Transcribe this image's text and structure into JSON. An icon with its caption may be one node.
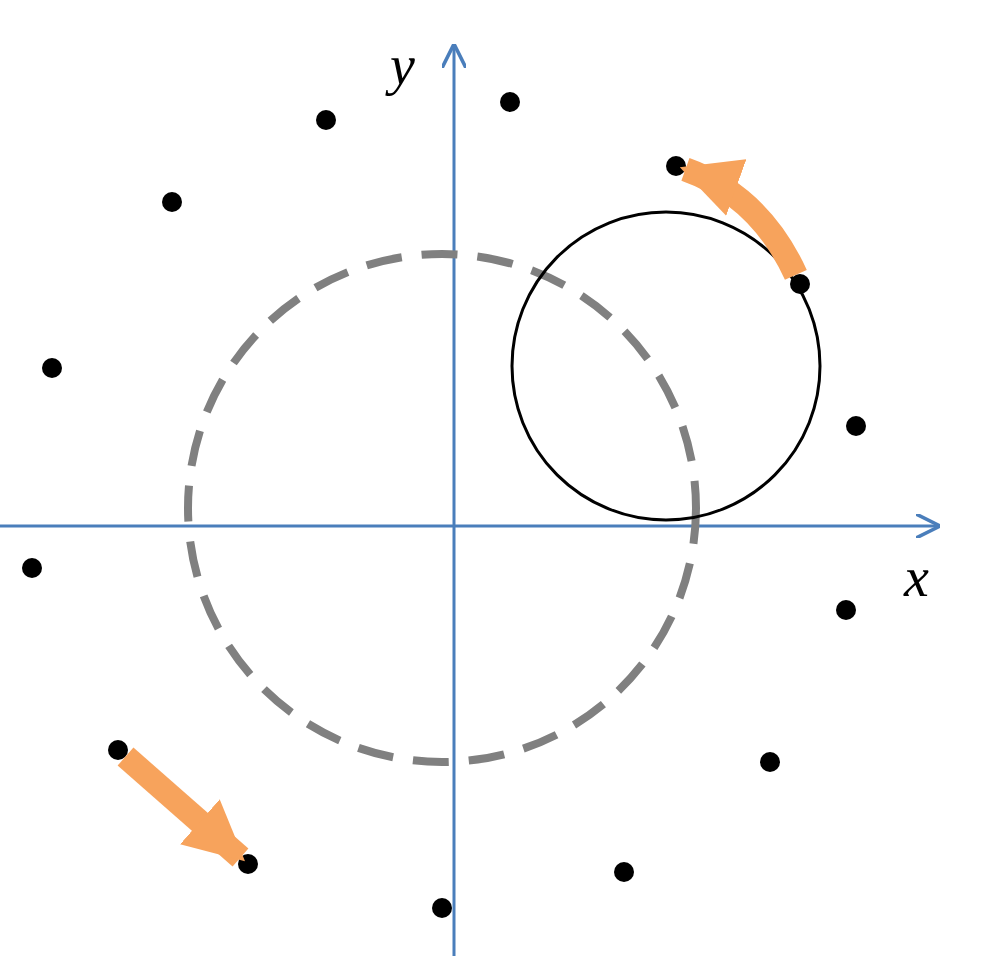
{
  "diagram": {
    "nodes": [
      {
        "text": [],
        "shape": "circle"
      },
      {
        "text": [],
        "shape": "circle"
      },
      {
        "text": [],
        "shape": "circle"
      },
      {
        "text": [],
        "shape": "circle"
      },
      {
        "text": [],
        "shape": "circle"
      },
      {
        "text": [],
        "shape": "circle"
      },
      {
        "text": [],
        "shape": "circle"
      },
      {
        "text": [],
        "shape": "circle"
      },
      {
        "text": [],
        "shape": "circle"
      },
      {
        "text": [],
        "shape": "circle"
      },
      {
        "text": [],
        "shape": "circle"
      },
      {
        "text": [],
        "shape": "circle"
      },
      {
        "text": [],
        "shape": "circle"
      },
      {
        "text": [],
        "shape": "circle"
      }
    ],
    "edges": [
      {
        "from": 4,
        "to": 2,
        "arrow": "to"
      },
      {
        "from": 9,
        "to": 11,
        "arrow": "to"
      }
    ],
    "labels": [
      "y",
      "x"
    ]
  }
}
